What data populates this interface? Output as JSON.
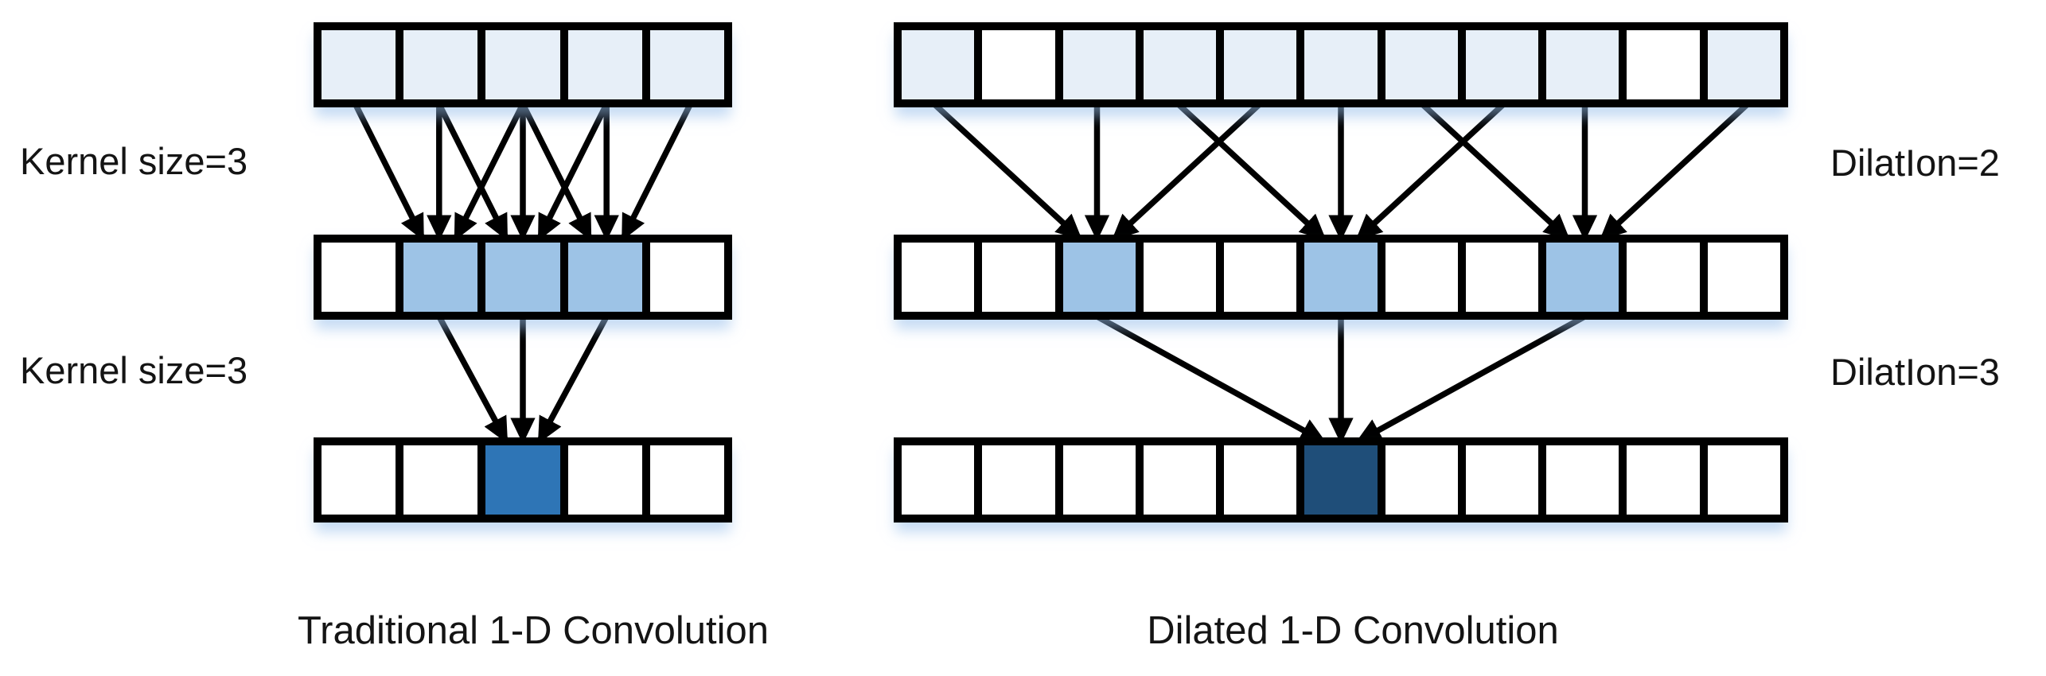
{
  "figure": {
    "captions": {
      "left": "Traditional 1-D Convolution",
      "right": "Dilated 1-D Convolution"
    },
    "labels": {
      "kernel_top": "Kernel size=3",
      "kernel_bottom": "Kernel size=3",
      "dilation_top": "DilatIon=2",
      "dilation_bottom": "DilatIon=3"
    }
  },
  "colors": {
    "light": "#E7EFF8",
    "medium": "#9DC3E6",
    "dark": "#2E75B6",
    "darker": "#1F4E79",
    "white": "#FFFFFF",
    "border": "#000000",
    "arrow": "#000000",
    "background": "#FFFFFF"
  },
  "diagrams": {
    "left": {
      "title": "Traditional 1-D Convolution",
      "rows": [
        {
          "id": "input",
          "cells": [
            "light",
            "light",
            "light",
            "light",
            "light"
          ]
        },
        {
          "id": "hidden",
          "cells": [
            "white",
            "medium",
            "medium",
            "medium",
            "white"
          ]
        },
        {
          "id": "output",
          "cells": [
            "white",
            "white",
            "dark",
            "white",
            "white"
          ]
        }
      ],
      "connections": [
        {
          "layer": 0,
          "pairs": [
            [
              1,
              2
            ],
            [
              2,
              2
            ],
            [
              3,
              2
            ],
            [
              2,
              3
            ],
            [
              3,
              3
            ],
            [
              4,
              3
            ],
            [
              3,
              4
            ],
            [
              4,
              4
            ],
            [
              5,
              4
            ]
          ]
        },
        {
          "layer": 1,
          "pairs": [
            [
              2,
              3
            ],
            [
              3,
              3
            ],
            [
              4,
              3
            ]
          ]
        }
      ]
    },
    "right": {
      "title": "Dilated 1-D Convolution",
      "rows": [
        {
          "id": "input",
          "cells": [
            "light",
            "white",
            "light",
            "light",
            "light",
            "light",
            "light",
            "light",
            "light",
            "white",
            "light"
          ]
        },
        {
          "id": "hidden",
          "cells": [
            "white",
            "white",
            "medium",
            "white",
            "white",
            "medium",
            "white",
            "white",
            "medium",
            "white",
            "white"
          ]
        },
        {
          "id": "output",
          "cells": [
            "white",
            "white",
            "white",
            "white",
            "white",
            "darker",
            "white",
            "white",
            "white",
            "white",
            "white"
          ]
        }
      ],
      "connections": [
        {
          "layer": 0,
          "pairs": [
            [
              1,
              3
            ],
            [
              3,
              3
            ],
            [
              5,
              3
            ],
            [
              4,
              6
            ],
            [
              6,
              6
            ],
            [
              8,
              6
            ],
            [
              7,
              9
            ],
            [
              9,
              9
            ],
            [
              11,
              9
            ]
          ]
        },
        {
          "layer": 1,
          "pairs": [
            [
              3,
              6
            ],
            [
              6,
              6
            ],
            [
              9,
              6
            ]
          ]
        }
      ]
    }
  }
}
